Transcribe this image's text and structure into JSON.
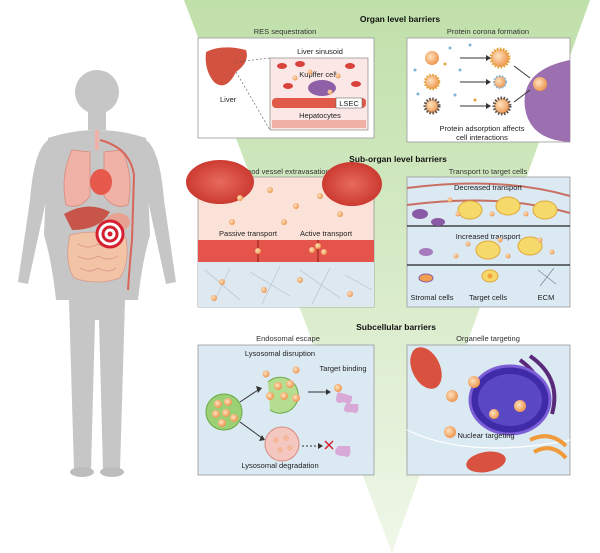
{
  "sections": {
    "organ": {
      "title": "Organ level barriers",
      "panels": {
        "res": {
          "title": "RES sequestration",
          "labels": {
            "liver": "Liver",
            "sinusoid": "Liver sinusoid",
            "kupffer": "Kupffer cell",
            "lsec": "LSEC",
            "hepatocytes": "Hepatocytes"
          }
        },
        "corona": {
          "title": "Protein corona formation",
          "caption_line1": "Protein adsorption affects",
          "caption_line2": "cell interactions"
        }
      }
    },
    "suborgan": {
      "title": "Sub-organ level barriers",
      "panels": {
        "vessel": {
          "title": "Blood vessel extravasation",
          "labels": {
            "passive": "Passive transport",
            "active": "Active transport"
          }
        },
        "target": {
          "title": "Transport to target cells",
          "labels": {
            "decreased": "Decreased transport",
            "increased": "Increased transport",
            "stromal": "Stromal cells",
            "targetcells": "Target cells",
            "ecm": "ECM"
          }
        }
      }
    },
    "subcellular": {
      "title": "Subcellular barriers",
      "panels": {
        "endosomal": {
          "title": "Endosomal escape",
          "labels": {
            "disruption": "Lysosomal disruption",
            "binding": "Target binding",
            "degradation": "Lysosomal degradation"
          }
        },
        "organelle": {
          "title": "Organelle targeting",
          "labels": {
            "nuclear": "Nuclear targeting"
          }
        }
      }
    }
  },
  "icons": {
    "target": "target-bullseye-icon",
    "blocked": "cross-mark-icon"
  },
  "colors": {
    "funnel": "#cfe6b8",
    "body": "#c8c8c8",
    "target_red": "#d42030",
    "nanoparticle": "#f2a261",
    "rbc": "#d9423b",
    "panel_blue": "#dbe9f3",
    "panel_pink": "#fbe2d8"
  }
}
